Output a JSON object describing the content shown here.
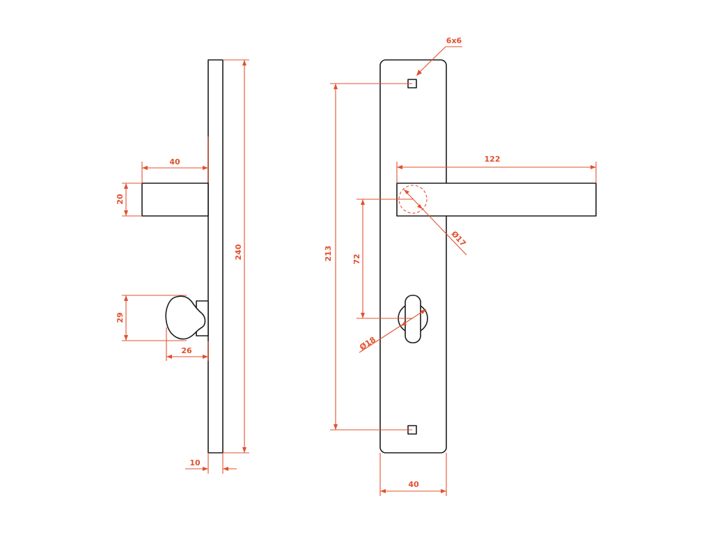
{
  "drawing": {
    "side_view": {
      "handle_projection": "40",
      "handle_thickness": "20",
      "plate_height": "240",
      "knob_height": "29",
      "knob_projection": "26",
      "plate_thickness": "10"
    },
    "front_view": {
      "screw_hole_size": "6x6",
      "handle_length": "122",
      "screw_spacing": "213",
      "spindle_to_lock": "72",
      "spindle_diameter": "Ø17",
      "lock_diameter": "Ø18",
      "plate_width": "40"
    }
  },
  "colors": {
    "dimension": "#e2502e",
    "outline": "#1a1a1a",
    "background": "#ffffff"
  }
}
